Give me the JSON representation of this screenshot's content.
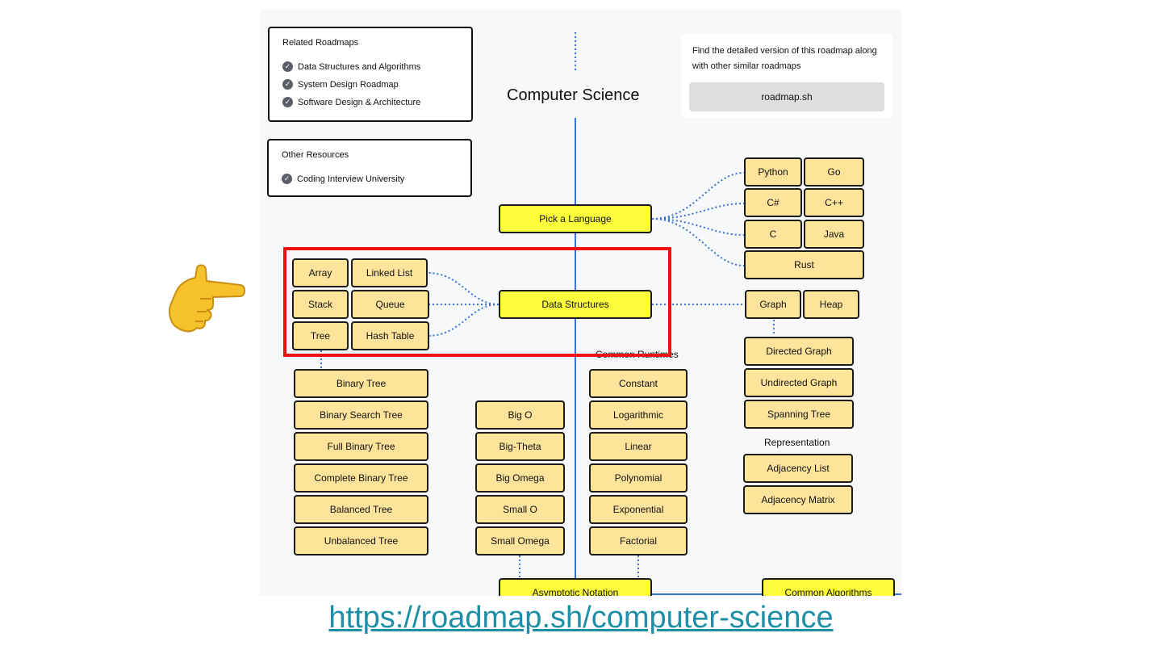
{
  "roadmap": {
    "title": "Computer Science",
    "related": {
      "title": "Related Roadmaps",
      "items": [
        "Data Structures and Algorithms",
        "System Design Roadmap",
        "Software Design & Architecture"
      ]
    },
    "other": {
      "title": "Other Resources",
      "items": [
        "Coding Interview University"
      ]
    },
    "info": {
      "text": "Find the detailed version of this roadmap along with other similar roadmaps",
      "button": "roadmap.sh"
    },
    "nodes": {
      "pick_language": "Pick a Language",
      "data_structures": "Data Structures",
      "python": "Python",
      "go": "Go",
      "csharp": "C#",
      "cpp": "C++",
      "c": "C",
      "java": "Java",
      "rust": "Rust",
      "array": "Array",
      "linked_list": "Linked List",
      "stack": "Stack",
      "queue": "Queue",
      "tree": "Tree",
      "hash_table": "Hash Table",
      "graph": "Graph",
      "heap": "Heap",
      "directed_graph": "Directed Graph",
      "undirected_graph": "Undirected Graph",
      "spanning_tree": "Spanning Tree",
      "representation": "Representation",
      "adjacency_list": "Adjacency List",
      "adjacency_matrix": "Adjacency Matrix",
      "binary_tree": "Binary Tree",
      "binary_search_tree": "Binary Search Tree",
      "full_binary_tree": "Full Binary Tree",
      "complete_binary_tree": "Complete Binary Tree",
      "balanced_tree": "Balanced Tree",
      "unbalanced_tree": "Unbalanced Tree",
      "big_o": "Big O",
      "big_theta": "Big-Theta",
      "big_omega": "Big Omega",
      "small_o": "Small O",
      "small_omega": "Small Omega",
      "common_runtimes": "Common Runtimes",
      "constant": "Constant",
      "logarithmic": "Logarithmic",
      "linear": "Linear",
      "polynomial": "Polynomial",
      "exponential": "Exponential",
      "factorial": "Factorial",
      "asymptotic_notation": "Asymptotic Notation",
      "common_algorithms": "Common Algorithms"
    }
  },
  "pointer_icon": "pointing-hand-icon",
  "url": "https://roadmap.sh/computer-science",
  "colors": {
    "main_node": "#fdfd3c",
    "sub_node": "#fde49a",
    "wire": "#3a74d0",
    "highlight": "#ee1111",
    "link": "#1f8fa8"
  }
}
